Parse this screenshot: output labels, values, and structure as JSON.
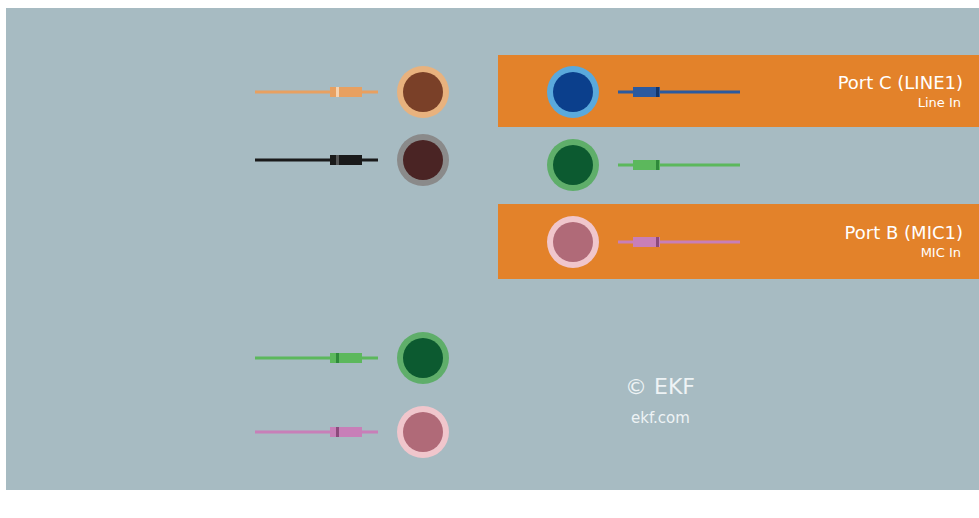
{
  "diagram": {
    "nodes": [
      {
        "text": [
          "Port C (LINE1)",
          "Line In"
        ]
      },
      {
        "text": [
          "Port B (MIC1)",
          "MIC In"
        ]
      }
    ],
    "labels": [
      "© EKF",
      "ekf.com"
    ]
  }
}
